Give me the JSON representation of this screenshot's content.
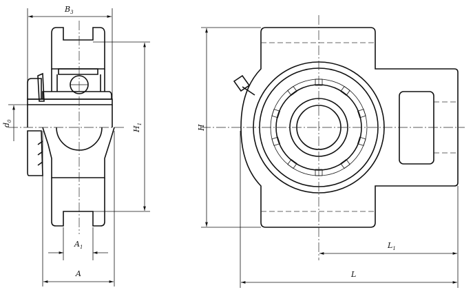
{
  "dimensions": {
    "B3": {
      "main": "B",
      "sub": "3"
    },
    "d0": {
      "main": "d",
      "sub": "0"
    },
    "H1": {
      "main": "H",
      "sub": "1"
    },
    "A1": {
      "main": "A",
      "sub": "1"
    },
    "A": {
      "main": "A"
    },
    "H": {
      "main": "H"
    },
    "L1": {
      "main": "L",
      "sub": "1"
    },
    "L": {
      "main": "L"
    }
  }
}
